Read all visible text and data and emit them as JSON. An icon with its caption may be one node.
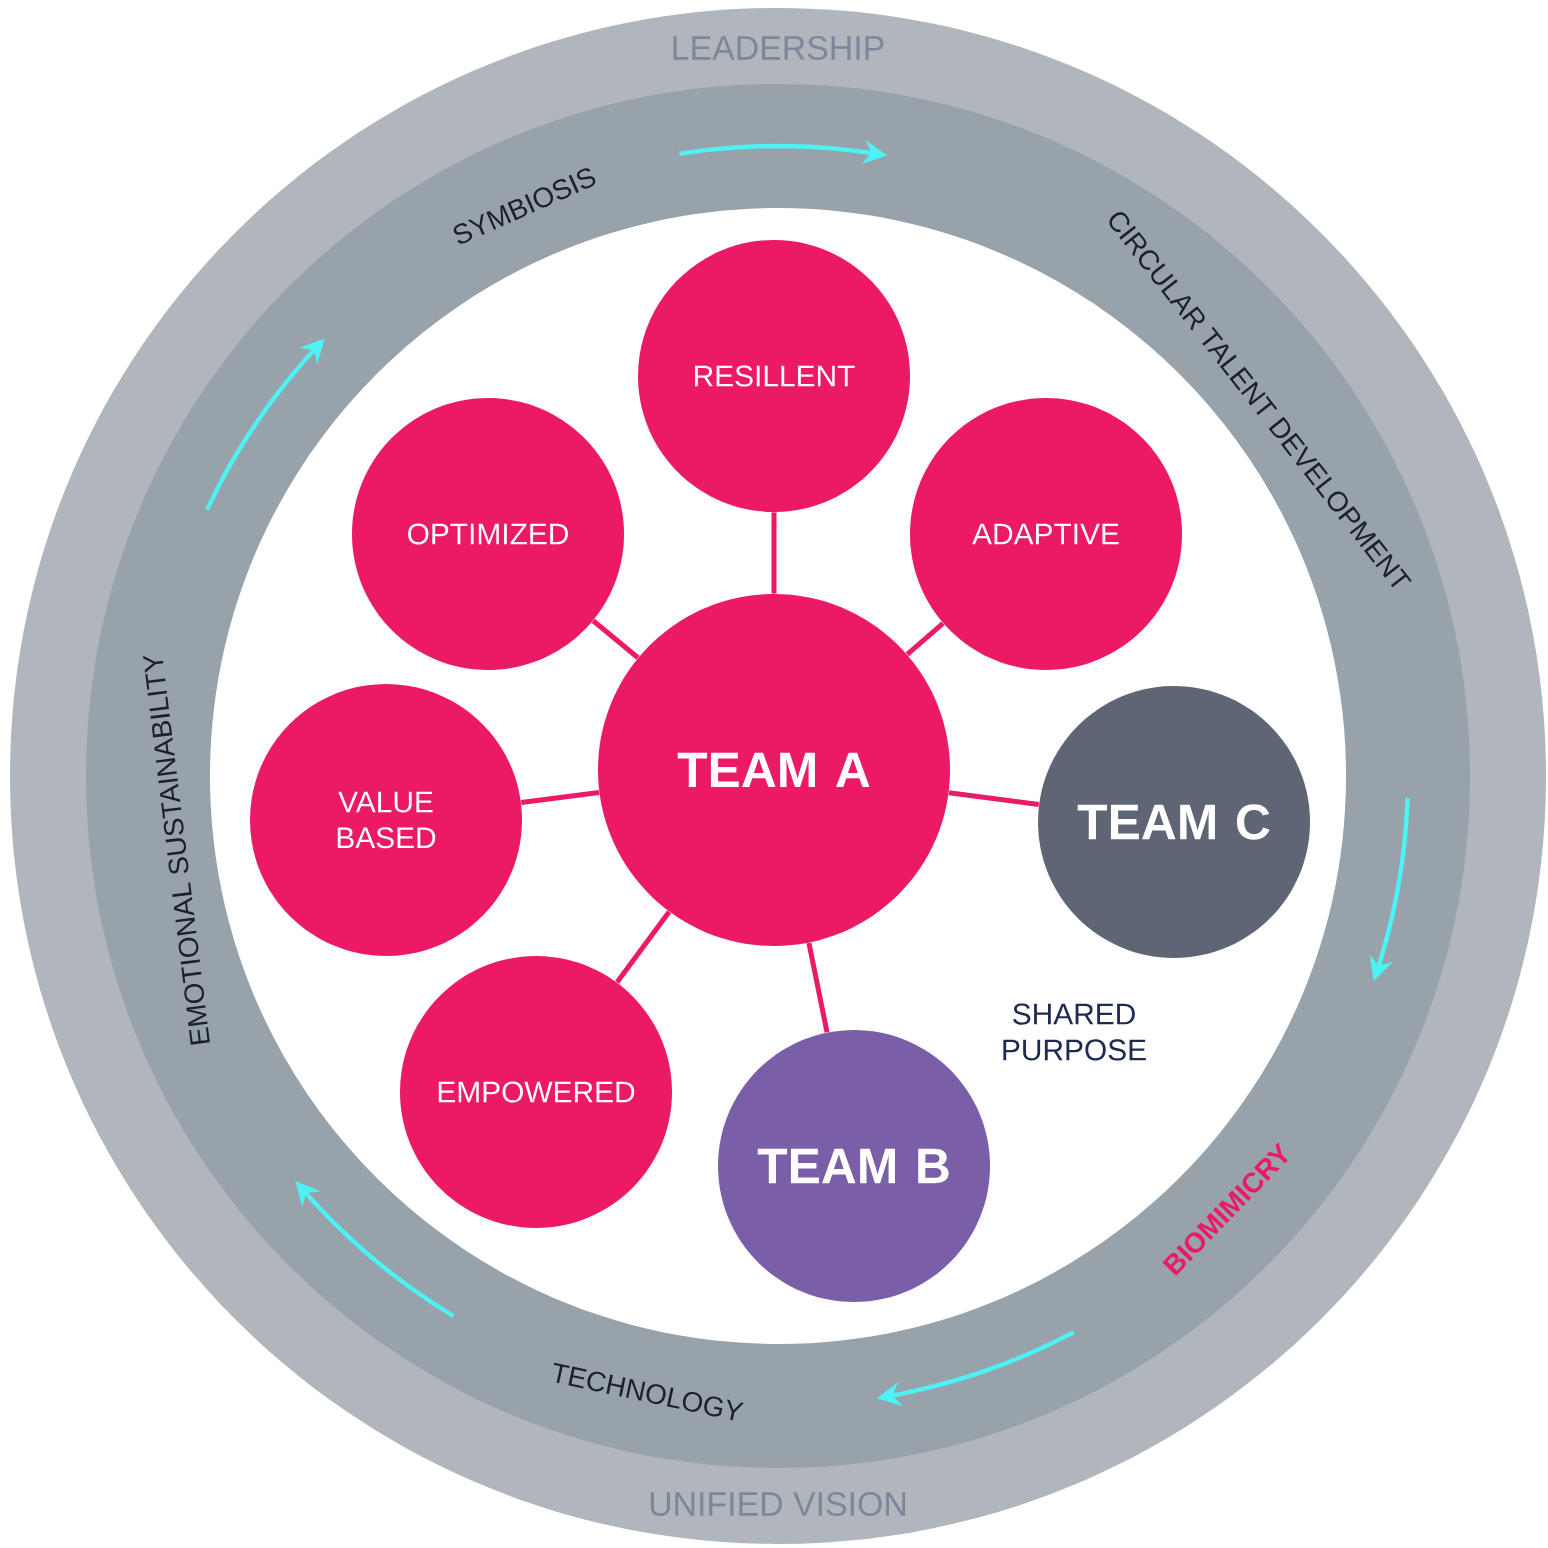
{
  "diagram": {
    "nodes": [
      {
        "text": [
          "RESILLENT"
        ]
      },
      {
        "text": [
          "OPTIMIZED"
        ]
      },
      {
        "text": [
          "ADAPTIVE"
        ]
      },
      {
        "text": [
          "VALUE BASED"
        ]
      },
      {
        "text": [
          "TEAM A"
        ]
      },
      {
        "text": [
          "TEAM C"
        ]
      },
      {
        "text": [
          "EMPOWERED"
        ]
      },
      {
        "text": [
          "TEAM B"
        ]
      }
    ],
    "edges": [
      {
        "from": 4,
        "to": 0,
        "arrow": "none"
      },
      {
        "from": 4,
        "to": 1,
        "arrow": "none"
      },
      {
        "from": 4,
        "to": 2,
        "arrow": "none"
      },
      {
        "from": 4,
        "to": 3,
        "arrow": "none"
      },
      {
        "from": 4,
        "to": 5,
        "arrow": "none"
      },
      {
        "from": 4,
        "to": 6,
        "arrow": "none"
      },
      {
        "from": 4,
        "to": 7,
        "arrow": "none"
      }
    ],
    "labels": [
      "LEADERSHIP",
      "SYMBIOSIS",
      "CIRCULAR TALENT DEVELOPMENT",
      "EMOTIONAL SUSTAINABILITY",
      "SHARED PURPOSE",
      "BIOMIMICRY",
      "TECHNOLOGY",
      "UNIFIED VISION"
    ]
  }
}
